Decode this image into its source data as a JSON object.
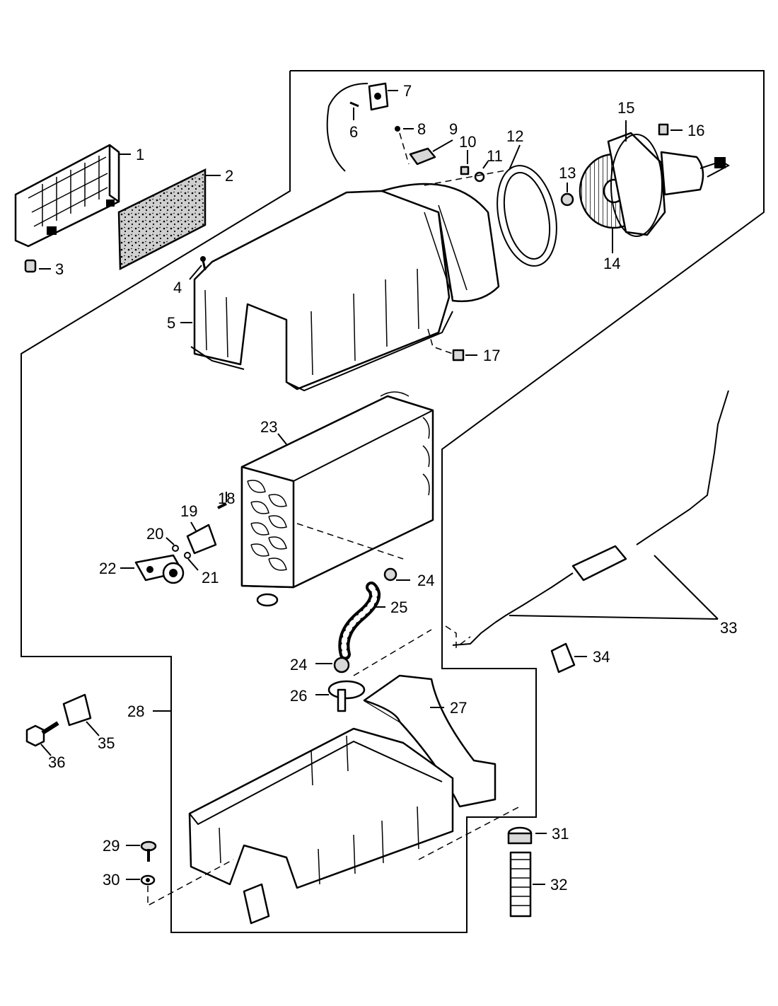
{
  "callouts": {
    "c1": "1",
    "c2": "2",
    "c3": "3",
    "c4": "4",
    "c5": "5",
    "c6": "6",
    "c7": "7",
    "c8": "8",
    "c9": "9",
    "c10": "10",
    "c11": "11",
    "c12": "12",
    "c13": "13",
    "c14": "14",
    "c15": "15",
    "c16": "16",
    "c17": "17",
    "c18": "18",
    "c19": "19",
    "c20": "20",
    "c21": "21",
    "c22": "22",
    "c23": "23",
    "c24a": "24",
    "c24b": "24",
    "c25": "25",
    "c26": "26",
    "c27": "27",
    "c28": "28",
    "c29": "29",
    "c30": "30",
    "c31": "31",
    "c32": "32",
    "c33": "33",
    "c34": "34",
    "c35": "35",
    "c36": "36"
  }
}
